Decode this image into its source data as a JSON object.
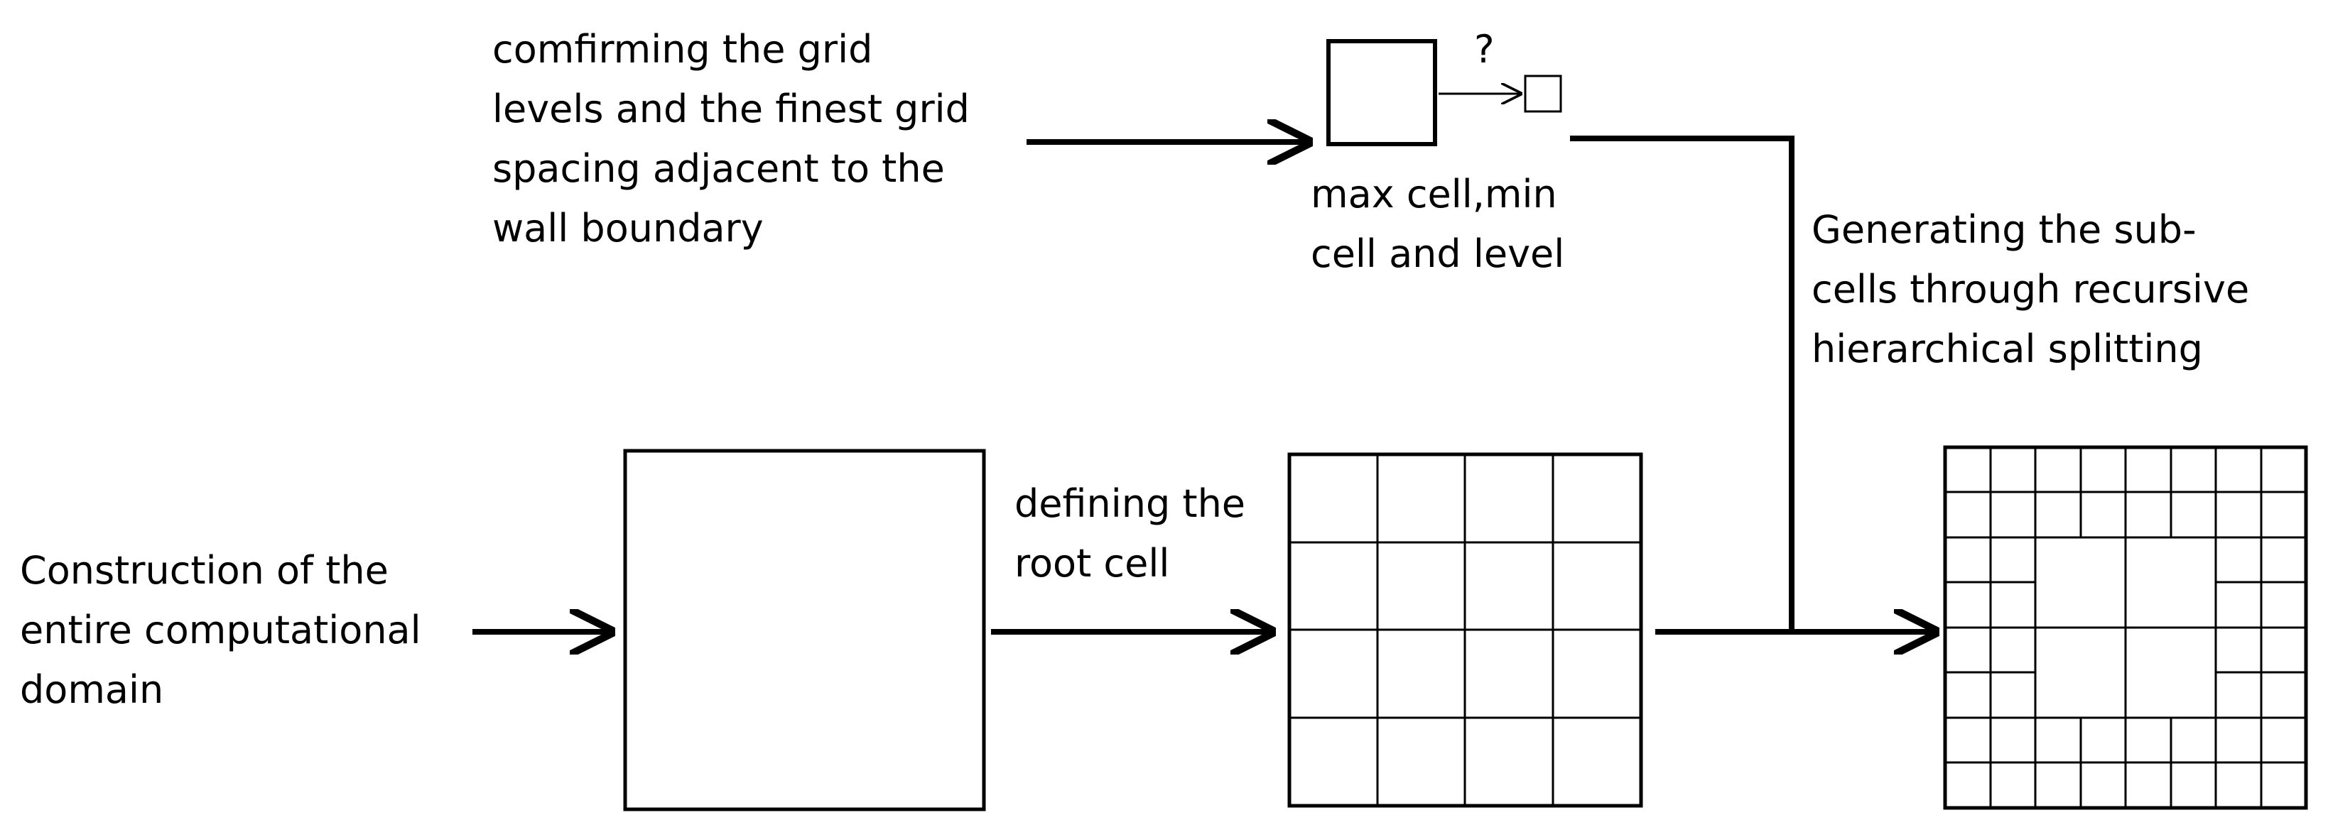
{
  "labels": {
    "confirming": [
      "comfirming the grid",
      "levels and the finest grid",
      "spacing adjacent to the",
      "wall boundary"
    ],
    "max_min": [
      "max cell,min",
      "cell and level"
    ],
    "question": "?",
    "generating": [
      "Generating the sub-",
      "cells through recursive",
      "hierarchical splitting"
    ],
    "defining": [
      "defining the",
      "root cell"
    ],
    "construction": [
      "Construction of the",
      "entire computational",
      "domain"
    ]
  },
  "colors": {
    "ink": "#000000",
    "background": "#ffffff"
  }
}
